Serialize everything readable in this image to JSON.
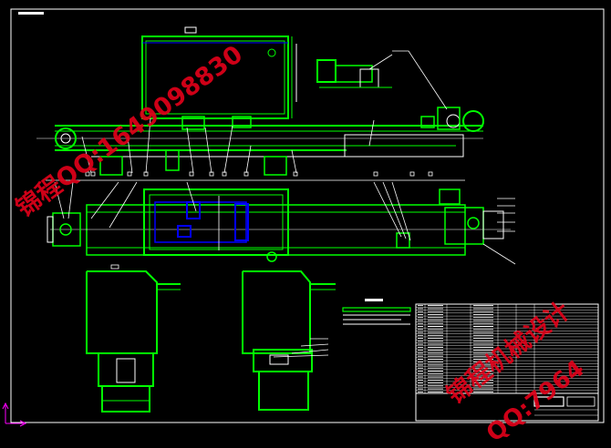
{
  "drawing": {
    "background": "#000000",
    "line_colors": {
      "main": "#00ff00",
      "detail": "#ffffff",
      "hidden": "#0000ff",
      "watermark": "#e0001a"
    }
  },
  "watermarks": {
    "phone_top": "锦程QQ:1649098830",
    "studio_name": "锦程机械设计",
    "phone_bottom": "QQ:7964"
  },
  "icons": [
    "ucs-axis-icon"
  ]
}
